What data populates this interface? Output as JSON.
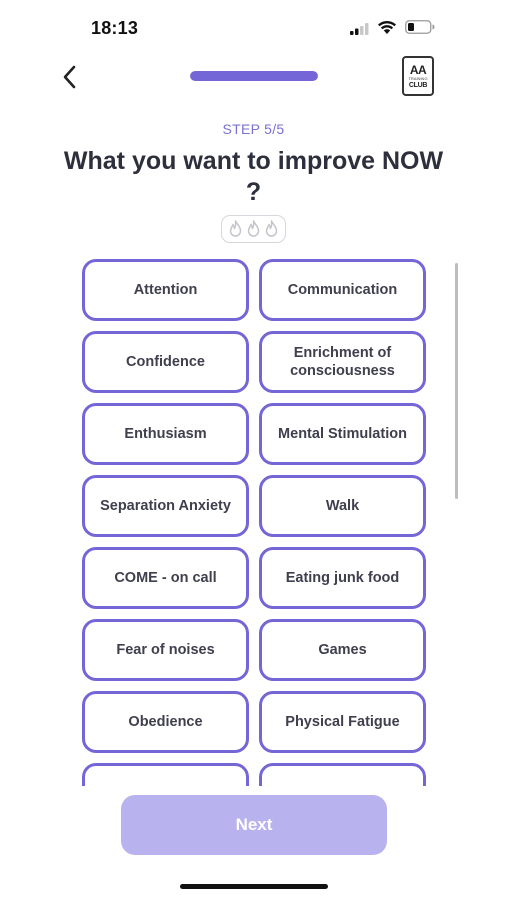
{
  "status_bar": {
    "time": "18:13"
  },
  "header": {
    "back_icon": "chevron-left-icon",
    "progress_fraction": 1.0,
    "logo_text": {
      "line1": "AA",
      "line2": "TRAINING",
      "line3": "CLUB"
    }
  },
  "step_label": "STEP 5/5",
  "title": "What you want to improve NOW ?",
  "difficulty_icons": [
    "flame-icon",
    "flame-icon",
    "flame-icon"
  ],
  "options": [
    "Attention",
    "Communication",
    "Confidence",
    "Enrichment of consciousness",
    "Enthusiasm",
    "Mental Stimulation",
    "Separation Anxiety",
    "Walk",
    "COME - on call",
    "Eating junk food",
    "Fear of noises",
    "Games",
    "Obedience",
    "Physical Fatigue",
    "",
    ""
  ],
  "next_button": "Next",
  "colors": {
    "accent": "#7466d6",
    "accent_light": "#b8b2ee",
    "step_text": "#7a70d3"
  }
}
